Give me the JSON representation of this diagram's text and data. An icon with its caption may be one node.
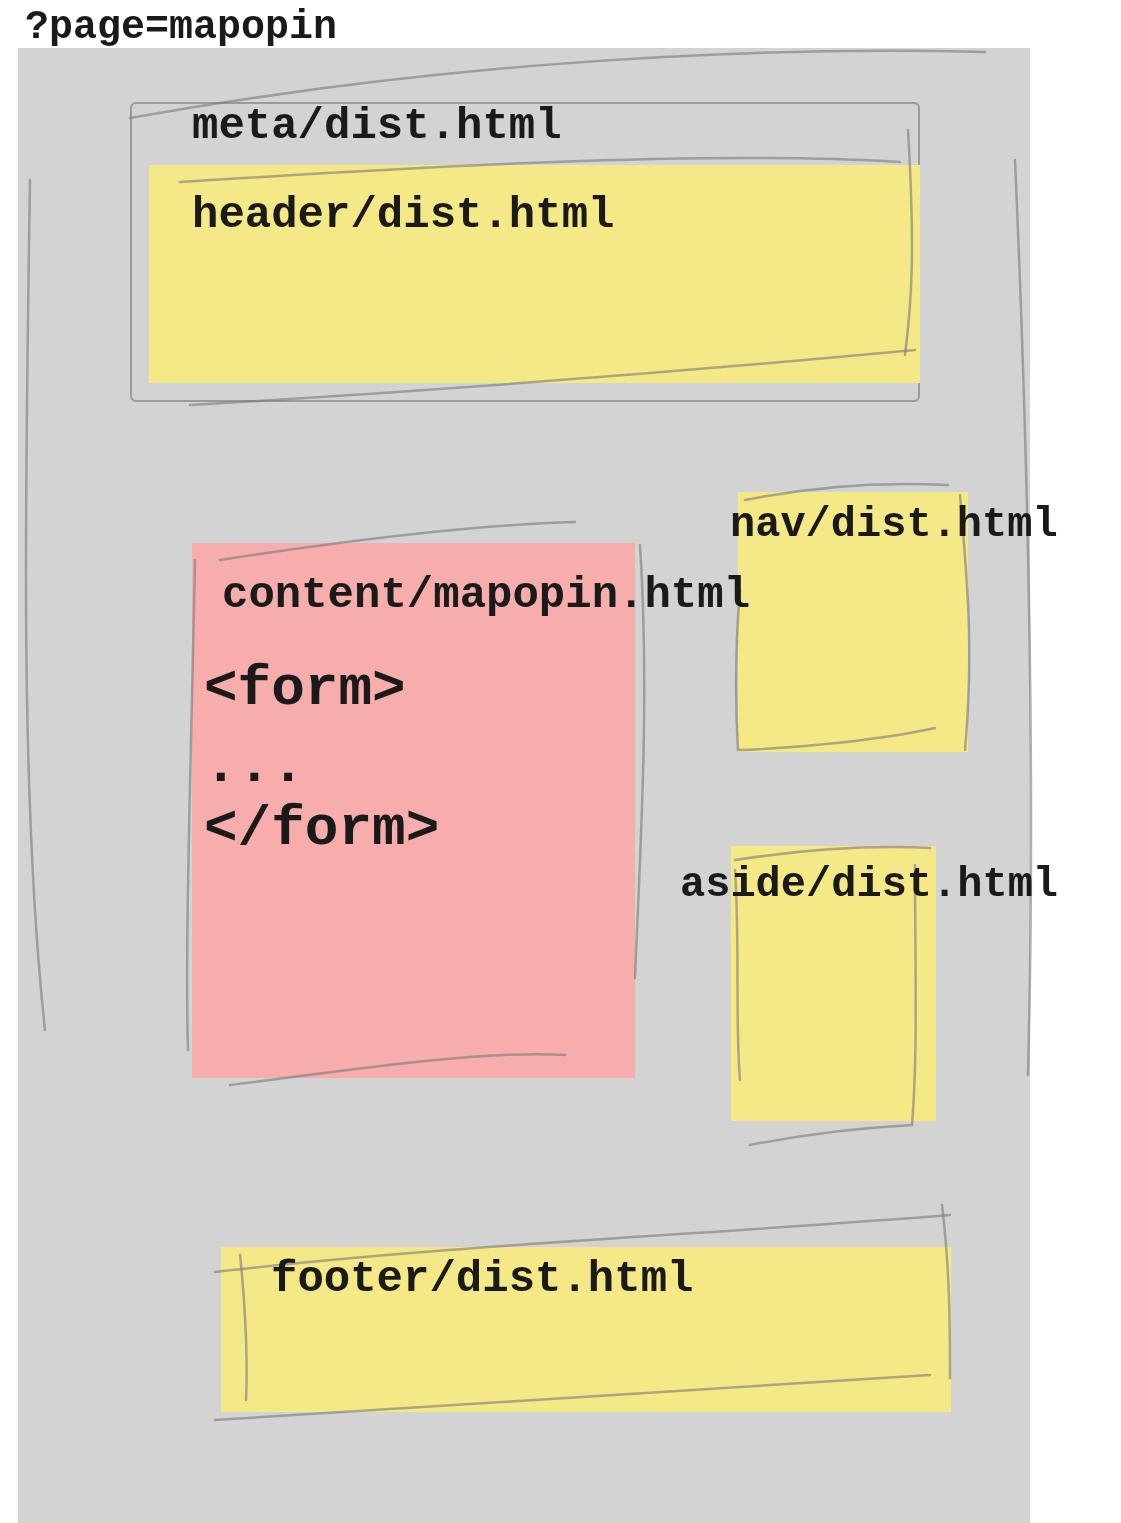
{
  "diagram": {
    "nodes": [
      {
        "text": [
          "?page=mapopin"
        ]
      },
      {
        "text": [
          "meta/dist.html"
        ],
        "in": 0
      },
      {
        "text": [
          "header/dist.html"
        ],
        "in": 1
      },
      {
        "text": [
          "content/mapopin.html",
          "<form>",
          "...",
          "</form>"
        ],
        "in": 0
      },
      {
        "text": [
          "nav/dist.html"
        ],
        "in": 0
      },
      {
        "text": [
          "aside/dist.html"
        ],
        "in": 0
      },
      {
        "text": [
          "footer/dist.html"
        ],
        "in": 0
      }
    ]
  }
}
